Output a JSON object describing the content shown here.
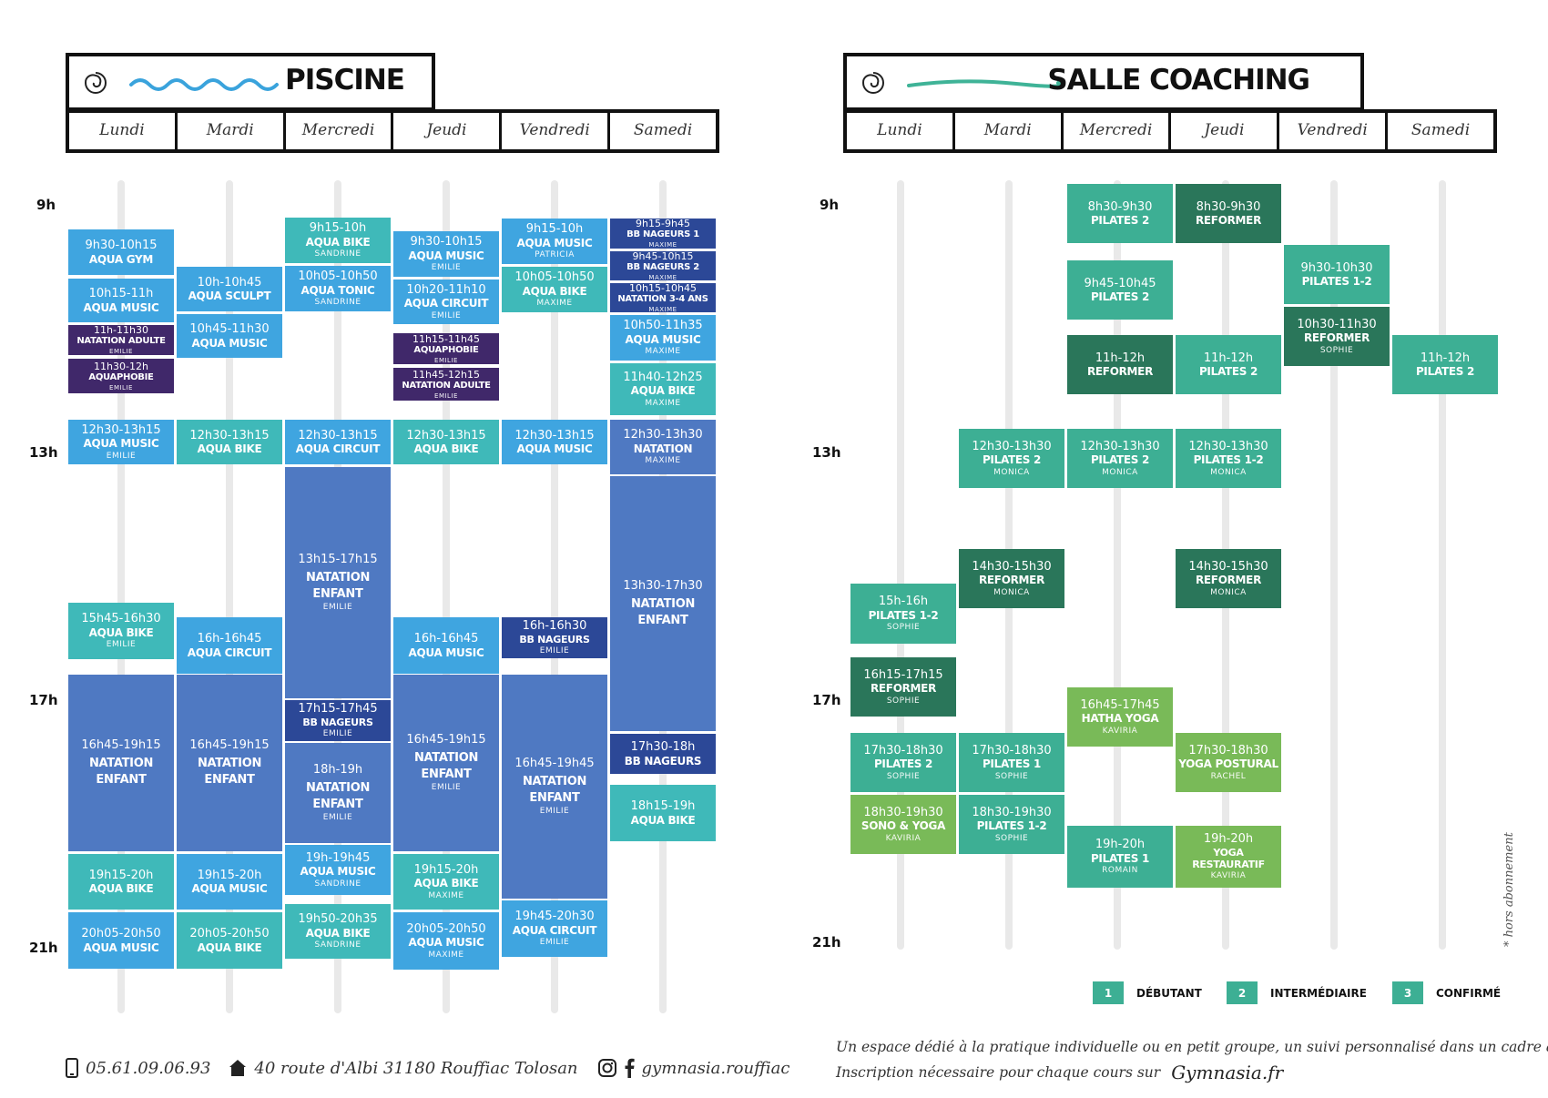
{
  "piscine": {
    "title": "PISCINE",
    "days": [
      "Lundi",
      "Mardi",
      "Mercredi",
      "Jeudi",
      "Vendredi",
      "Samedi"
    ],
    "hours": [
      "9h",
      "13h",
      "17h",
      "21h"
    ],
    "events": [
      {
        "time": "9h30-10h15",
        "name": "AQUA GYM",
        "person": ""
      },
      {
        "time": "10h15-11h",
        "name": "AQUA MUSIC",
        "person": ""
      },
      {
        "time": "11h-11h30",
        "name": "NATATION ADULTE",
        "person": "EMILIE"
      },
      {
        "time": "11h30-12h",
        "name": "AQUAPHOBIE",
        "person": "EMILIE"
      },
      {
        "time": "12h30-13h15",
        "name": "AQUA MUSIC",
        "person": "EMILIE"
      },
      {
        "time": "15h45-16h30",
        "name": "AQUA BIKE",
        "person": "EMILIE"
      },
      {
        "time": "16h45-19h15",
        "name": "NATATION ENFANT",
        "person": ""
      },
      {
        "time": "19h15-20h",
        "name": "AQUA BIKE",
        "person": ""
      },
      {
        "time": "20h05-20h50",
        "name": "AQUA MUSIC",
        "person": ""
      },
      {
        "time": "10h-10h45",
        "name": "AQUA SCULPT",
        "person": ""
      },
      {
        "time": "10h45-11h30",
        "name": "AQUA MUSIC",
        "person": ""
      },
      {
        "time": "12h30-13h15",
        "name": "AQUA BIKE",
        "person": ""
      },
      {
        "time": "16h-16h45",
        "name": "AQUA CIRCUIT",
        "person": ""
      },
      {
        "time": "16h45-19h15",
        "name": "NATATION ENFANT",
        "person": ""
      },
      {
        "time": "19h15-20h",
        "name": "AQUA MUSIC",
        "person": ""
      },
      {
        "time": "20h05-20h50",
        "name": "AQUA BIKE",
        "person": ""
      },
      {
        "time": "9h15-10h",
        "name": "AQUA BIKE",
        "person": "SANDRINE"
      },
      {
        "time": "10h05-10h50",
        "name": "AQUA TONIC",
        "person": "SANDRINE"
      },
      {
        "time": "12h30-13h15",
        "name": "AQUA CIRCUIT",
        "person": ""
      },
      {
        "time": "13h15-17h15",
        "name": "NATATION ENFANT",
        "person": "EMILIE"
      },
      {
        "time": "17h15-17h45",
        "name": "BB NAGEURS",
        "person": "EMILIE"
      },
      {
        "time": "18h-19h",
        "name": "NATATION ENFANT",
        "person": "EMILIE"
      },
      {
        "time": "19h-19h45",
        "name": "AQUA MUSIC",
        "person": "SANDRINE"
      },
      {
        "time": "19h50-20h35",
        "name": "AQUA BIKE",
        "person": "SANDRINE"
      },
      {
        "time": "9h30-10h15",
        "name": "AQUA MUSIC",
        "person": "EMILIE"
      },
      {
        "time": "10h20-11h10",
        "name": "AQUA CIRCUIT",
        "person": "EMILIE"
      },
      {
        "time": "11h15-11h45",
        "name": "AQUAPHOBIE",
        "person": "EMILIE"
      },
      {
        "time": "11h45-12h15",
        "name": "NATATION ADULTE",
        "person": "EMILIE"
      },
      {
        "time": "12h30-13h15",
        "name": "AQUA BIKE",
        "person": ""
      },
      {
        "time": "16h-16h45",
        "name": "AQUA MUSIC",
        "person": ""
      },
      {
        "time": "16h45-19h15",
        "name": "NATATION ENFANT",
        "person": "EMILIE"
      },
      {
        "time": "19h15-20h",
        "name": "AQUA BIKE",
        "person": "MAXIME"
      },
      {
        "time": "20h05-20h50",
        "name": "AQUA MUSIC",
        "person": "MAXIME"
      },
      {
        "time": "9h15-10h",
        "name": "AQUA MUSIC",
        "person": "PATRICIA"
      },
      {
        "time": "10h05-10h50",
        "name": "AQUA BIKE",
        "person": "MAXIME"
      },
      {
        "time": "12h30-13h15",
        "name": "AQUA MUSIC",
        "person": ""
      },
      {
        "time": "16h-16h30",
        "name": "BB NAGEURS",
        "person": "EMILIE"
      },
      {
        "time": "16h45-19h45",
        "name": "NATATION ENFANT",
        "person": "EMILIE"
      },
      {
        "time": "19h45-20h30",
        "name": "AQUA CIRCUIT",
        "person": "EMILIE"
      },
      {
        "time": "9h15-9h45",
        "name": "BB NAGEURS 1",
        "person": "MAXIME"
      },
      {
        "time": "9h45-10h15",
        "name": "BB NAGEURS 2",
        "person": "MAXIME"
      },
      {
        "time": "10h15-10h45",
        "name": "NATATION 3-4 ANS",
        "person": "MAXIME"
      },
      {
        "time": "10h50-11h35",
        "name": "AQUA MUSIC",
        "person": "MAXIME"
      },
      {
        "time": "11h40-12h25",
        "name": "AQUA BIKE",
        "person": "MAXIME"
      },
      {
        "time": "12h30-13h30",
        "name": "NATATION",
        "person": "MAXIME"
      },
      {
        "time": "13h30-17h30",
        "name": "NATATION ENFANT",
        "person": ""
      },
      {
        "time": "17h30-18h",
        "name": "BB NAGEURS",
        "person": ""
      },
      {
        "time": "18h15-19h",
        "name": "AQUA BIKE",
        "person": ""
      }
    ]
  },
  "coaching": {
    "title": "SALLE COACHING",
    "days": [
      "Lundi",
      "Mardi",
      "Mercredi",
      "Jeudi",
      "Vendredi",
      "Samedi"
    ],
    "hours": [
      "9h",
      "13h",
      "17h",
      "21h"
    ],
    "events": [
      {
        "time": "15h-16h",
        "name": "PILATES 1-2",
        "person": "SOPHIE"
      },
      {
        "time": "16h15-17h15",
        "name": "REFORMER",
        "person": "SOPHIE"
      },
      {
        "time": "17h30-18h30",
        "name": "PILATES 2",
        "person": "SOPHIE"
      },
      {
        "time": "18h30-19h30",
        "name": "SONO & YOGA",
        "person": "KAVIRIA"
      },
      {
        "time": "12h30-13h30",
        "name": "PILATES 2",
        "person": "MONICA"
      },
      {
        "time": "14h30-15h30",
        "name": "REFORMER",
        "person": "MONICA"
      },
      {
        "time": "17h30-18h30",
        "name": "PILATES 1",
        "person": "SOPHIE"
      },
      {
        "time": "18h30-19h30",
        "name": "PILATES 1-2",
        "person": "SOPHIE"
      },
      {
        "time": "8h30-9h30",
        "name": "PILATES 2",
        "person": ""
      },
      {
        "time": "9h45-10h45",
        "name": "PILATES 2",
        "person": ""
      },
      {
        "time": "11h-12h",
        "name": "REFORMER",
        "person": ""
      },
      {
        "time": "12h30-13h30",
        "name": "PILATES 2",
        "person": "MONICA"
      },
      {
        "time": "16h45-17h45",
        "name": "HATHA YOGA",
        "person": "KAVIRIA"
      },
      {
        "time": "19h-20h",
        "name": "PILATES 1",
        "person": "ROMAIN"
      },
      {
        "time": "8h30-9h30",
        "name": "REFORMER",
        "person": ""
      },
      {
        "time": "11h-12h",
        "name": "PILATES 2",
        "person": ""
      },
      {
        "time": "12h30-13h30",
        "name": "PILATES 1-2",
        "person": "MONICA"
      },
      {
        "time": "14h30-15h30",
        "name": "REFORMER",
        "person": "MONICA"
      },
      {
        "time": "17h30-18h30",
        "name": "YOGA POSTURAL",
        "person": "RACHEL"
      },
      {
        "time": "19h-20h",
        "name": "YOGA RESTAURATIF",
        "person": "KAVIRIA"
      },
      {
        "time": "9h30-10h30",
        "name": "PILATES 1-2",
        "person": ""
      },
      {
        "time": "10h30-11h30",
        "name": "REFORMER",
        "person": "SOPHIE"
      },
      {
        "time": "11h-12h",
        "name": "PILATES 2",
        "person": ""
      }
    ],
    "legend": [
      {
        "num": "1",
        "label": "DÉBUTANT"
      },
      {
        "num": "2",
        "label": "INTERMÉDIAIRE"
      },
      {
        "num": "3",
        "label": "CONFIRMÉ"
      }
    ],
    "side_note": "* hors abonnement"
  },
  "footer": {
    "phone": "05.61.09.06.93",
    "address": "40 route d'Albi 31180 Rouffiac Tolosan",
    "social": "gymnasia.rouffiac",
    "tagline": "Un espace dédié à la pratique individuelle ou en petit groupe, un suivi personnalisé dans un cadre agréable.",
    "inscription": "Inscription nécessaire pour chaque cours sur",
    "site": "Gymnasia.fr"
  },
  "colors": {
    "light_blue": "#3fa5e0",
    "teal": "#3fb9b9",
    "mid_blue": "#4f79c2",
    "dark_blue": "#2c4897",
    "purple": "#40286a",
    "green_mid": "#3daf94",
    "green_dark": "#2a765a",
    "green_light": "#79ba58",
    "wave_blue": "#3aa3dc",
    "wave_green": "#3fb397"
  }
}
